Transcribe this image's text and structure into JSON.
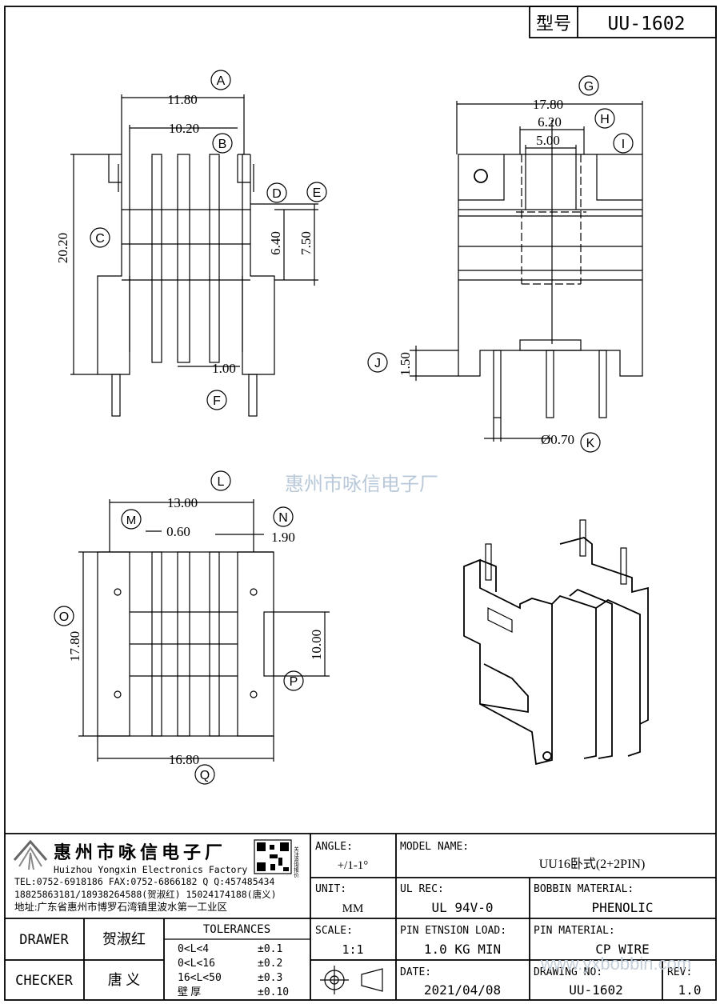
{
  "title_box": {
    "label": "型号",
    "model": "UU-1602"
  },
  "watermark": "惠州市咏信电子厂",
  "dimensions": {
    "A": "11.80",
    "B": "10.20",
    "C": "20.20",
    "D": "6.40",
    "E": "7.50",
    "F": "1.00",
    "G": "17.80",
    "H": "6.20",
    "I": "5.00",
    "J": "1.50",
    "K": "Ø0.70",
    "L": "13.00",
    "M": "0.60",
    "N": "1.90",
    "O": "17.80",
    "P": "10.00",
    "Q": "16.80"
  },
  "markers": [
    "A",
    "B",
    "C",
    "D",
    "E",
    "F",
    "G",
    "H",
    "I",
    "J",
    "K",
    "L",
    "M",
    "N",
    "O",
    "P",
    "Q"
  ],
  "company": {
    "name_cn": "惠州市咏信电子厂",
    "name_en": "Huizhou Yongxin Electronics Factory",
    "contact1": "TEL:0752-6918186  FAX:0752-6866182  Q Q:457485434",
    "contact2": "18825863181/18938264588(贺淑红)  15024174188(唐义)",
    "address": "地址:广东省惠州市博罗石湾镇里波水第一工业区",
    "qr_note": "关注咨询报价"
  },
  "table": {
    "angle_label": "ANGLE:",
    "angle_value": "+/1-1°",
    "model_name_label": "MODEL NAME:",
    "model_name_value": "UU16卧式(2+2PIN)",
    "unit_label": "UNIT:",
    "unit_value": "MM",
    "ul_rec_label": "UL REC:",
    "ul_rec_value": "UL 94V-0",
    "bobbin_label": "BOBBIN MATERIAL:",
    "bobbin_value": "PHENOLIC",
    "drawer_label": "DRAWER",
    "drawer_value": "贺淑红",
    "checker_label": "CHECKER",
    "checker_value": "唐  义",
    "tolerances_label": "TOLERANCES",
    "tolerances": [
      {
        "range": "0<L<4",
        "value": "±0.1"
      },
      {
        "range": "0<L<16",
        "value": "±0.2"
      },
      {
        "range": "16<L<50",
        "value": "±0.3"
      },
      {
        "range": "壁    厚",
        "value": "±0.10"
      }
    ],
    "scale_label": "SCALE:",
    "scale_value": "1:1",
    "pin_load_label": "PIN ETNSION LOAD:",
    "pin_load_value": "1.0 KG MIN",
    "pin_material_label": "PIN MATERIAL:",
    "pin_material_value": "CP WIRE",
    "date_label": "DATE:",
    "date_value": "2021/04/08",
    "drawing_no_label": "DRAWING NO:",
    "drawing_no_value": "UU-1602",
    "rev_label": "REV:",
    "rev_value": "1.0",
    "website": "www.yxbobbin.com"
  }
}
